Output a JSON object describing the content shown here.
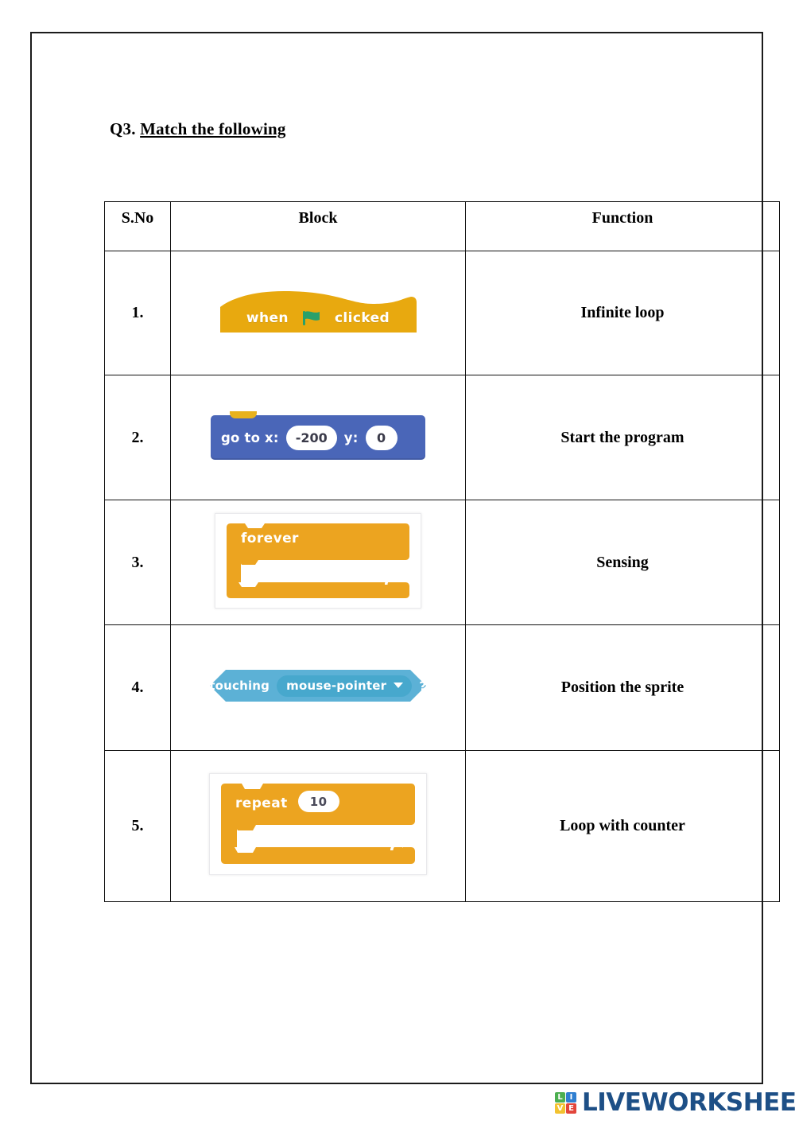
{
  "page": {
    "heading_label": "Q3.",
    "heading_text": "Match the following"
  },
  "table": {
    "headers": {
      "sno": "S.No",
      "block": "Block",
      "function": "Function"
    },
    "rows": [
      {
        "sno": "1.",
        "block": {
          "kind": "hat",
          "text_before": "when",
          "icon": "green-flag-icon",
          "text_after": "clicked",
          "color": "#e8a90f"
        },
        "function": "Infinite loop"
      },
      {
        "sno": "2.",
        "block": {
          "kind": "motion",
          "label_x": "go to x:",
          "value_x": "-200",
          "label_y": "y:",
          "value_y": "0",
          "color": "#4a66b8"
        },
        "function": "Start the program"
      },
      {
        "sno": "3.",
        "block": {
          "kind": "c-block",
          "label": "forever",
          "icon": "loop-arrow-icon",
          "color": "#eca420"
        },
        "function": "Sensing"
      },
      {
        "sno": "4.",
        "block": {
          "kind": "boolean",
          "label": "touching",
          "dropdown_value": "mouse-pointer",
          "dropdown_icon": "chevron-down-icon",
          "suffix": "?",
          "color": "#5cb1d6"
        },
        "function": "Position the sprite"
      },
      {
        "sno": "5.",
        "block": {
          "kind": "c-block",
          "label": "repeat",
          "value": "10",
          "icon": "loop-arrow-icon",
          "color": "#eca420"
        },
        "function": "Loop with counter"
      }
    ]
  },
  "footer": {
    "logo_tiles": [
      "L",
      "I",
      "V",
      "E"
    ],
    "logo_text": "LIVEWORKSHEETS",
    "logo_color": "#1d4f86"
  }
}
